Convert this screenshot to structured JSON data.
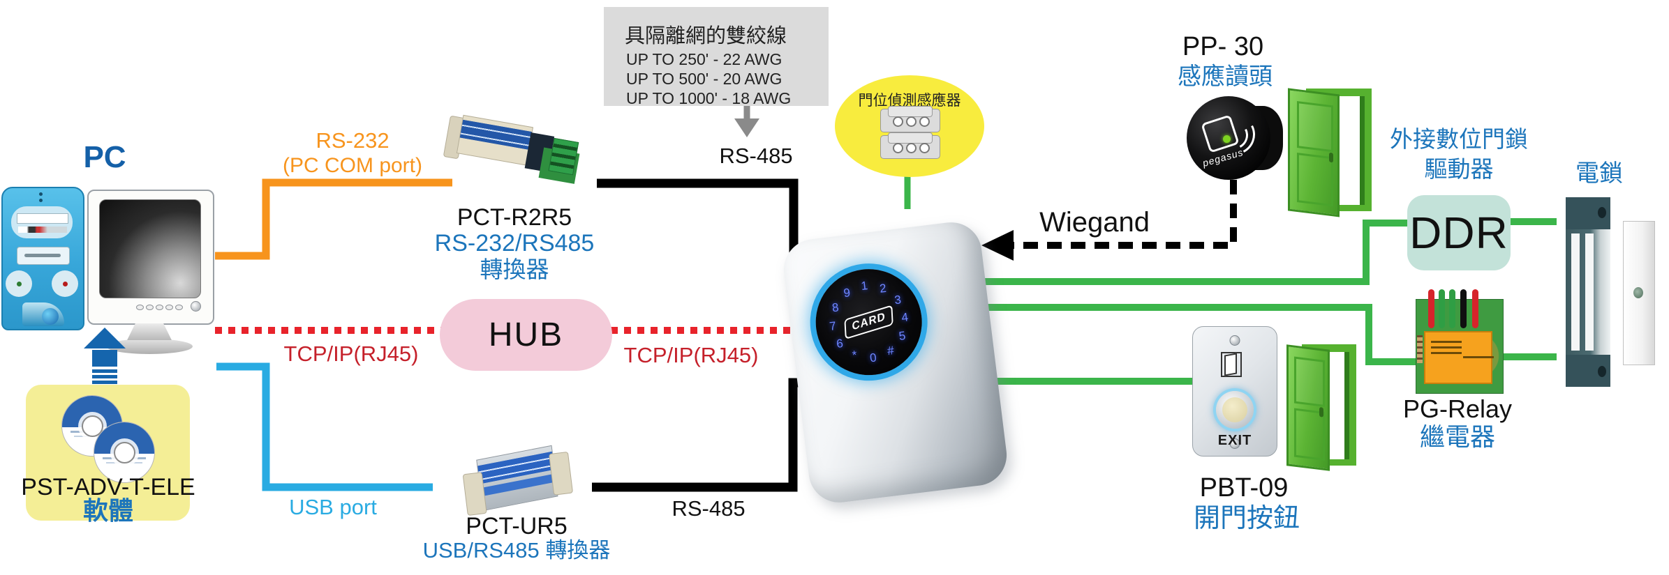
{
  "wire_box": {
    "title": "具隔離網的雙絞線",
    "lines": [
      "UP TO 250' - 22 AWG",
      "UP TO 500' - 20 AWG",
      "UP TO 1000' - 18 AWG"
    ]
  },
  "pc": {
    "label": "PC"
  },
  "software": {
    "model": "PST-ADV-T-ELE",
    "type": "軟體"
  },
  "links": {
    "rs232": {
      "label": "RS-232",
      "sub": "(PC COM port)"
    },
    "tcp_left": "TCP/IP(RJ45)",
    "tcp_right": "TCP/IP(RJ45)",
    "usb": "USB port",
    "rs485_top": "RS-485",
    "rs485_bottom": "RS-485",
    "wiegand": "Wiegand"
  },
  "converter_top": {
    "model": "PCT-R2R5",
    "line1": "RS-232/RS485",
    "line2": "轉換器"
  },
  "converter_bottom": {
    "model": "PCT-UR5",
    "line1": "USB/RS485 轉換器"
  },
  "hub": {
    "label": "HUB"
  },
  "door_sensor": {
    "label": "門位偵測感應器"
  },
  "controller": {
    "card_label": "CARD",
    "keys": [
      "1",
      "2",
      "3",
      "4",
      "5",
      "#",
      "0",
      "*",
      "6",
      "7",
      "8",
      "9"
    ]
  },
  "pp30": {
    "model": "PP- 30",
    "name": "感應讀頭",
    "brand": "pegasus"
  },
  "ddr": {
    "label": "DDR",
    "name_line1": "外接數位門鎖",
    "name_line2": "驅動器"
  },
  "lock": {
    "name": "電鎖"
  },
  "relay": {
    "model": "PG-Relay",
    "name": "繼電器"
  },
  "exit_button": {
    "model": "PBT-09",
    "name": "開門按鈕",
    "button_text": "EXIT"
  },
  "connections": [
    {
      "from": "PC",
      "to": "PCT-R2R5",
      "type": "RS-232",
      "style": "solid-orange"
    },
    {
      "from": "PCT-R2R5",
      "to": "controller",
      "type": "RS-485",
      "style": "solid-black"
    },
    {
      "from": "PC",
      "to": "HUB",
      "type": "TCP/IP(RJ45)",
      "style": "dotted-red"
    },
    {
      "from": "HUB",
      "to": "controller",
      "type": "TCP/IP(RJ45)",
      "style": "dotted-red"
    },
    {
      "from": "PC",
      "to": "PCT-UR5",
      "type": "USB port",
      "style": "solid-cyan"
    },
    {
      "from": "PCT-UR5",
      "to": "controller",
      "type": "RS-485",
      "style": "solid-black"
    },
    {
      "from": "PP-30",
      "to": "controller",
      "type": "Wiegand",
      "style": "dashed-black-arrow"
    },
    {
      "from": "door-sensor",
      "to": "controller",
      "type": "input",
      "style": "solid-green"
    },
    {
      "from": "controller",
      "to": "DDR",
      "type": "output",
      "style": "solid-green"
    },
    {
      "from": "controller",
      "to": "PG-Relay",
      "type": "output",
      "style": "solid-green"
    },
    {
      "from": "controller",
      "to": "PBT-09",
      "type": "input",
      "style": "solid-green"
    },
    {
      "from": "DDR",
      "to": "electric-lock",
      "type": "output",
      "style": "solid-green"
    },
    {
      "from": "PG-Relay",
      "to": "electric-lock",
      "type": "output",
      "style": "solid-green"
    }
  ],
  "colors": {
    "wire_green": "#3BB54A",
    "wire_orange": "#F7941D",
    "wire_cyan": "#29ABE2",
    "wire_red": "#E8232B",
    "blue_text": "#1C75BB",
    "hub_pink": "#F3CBD9",
    "ddr_teal": "#C3E2D9",
    "note_yellow": "#F8EC3E",
    "software_yellow": "#F4EE96"
  }
}
